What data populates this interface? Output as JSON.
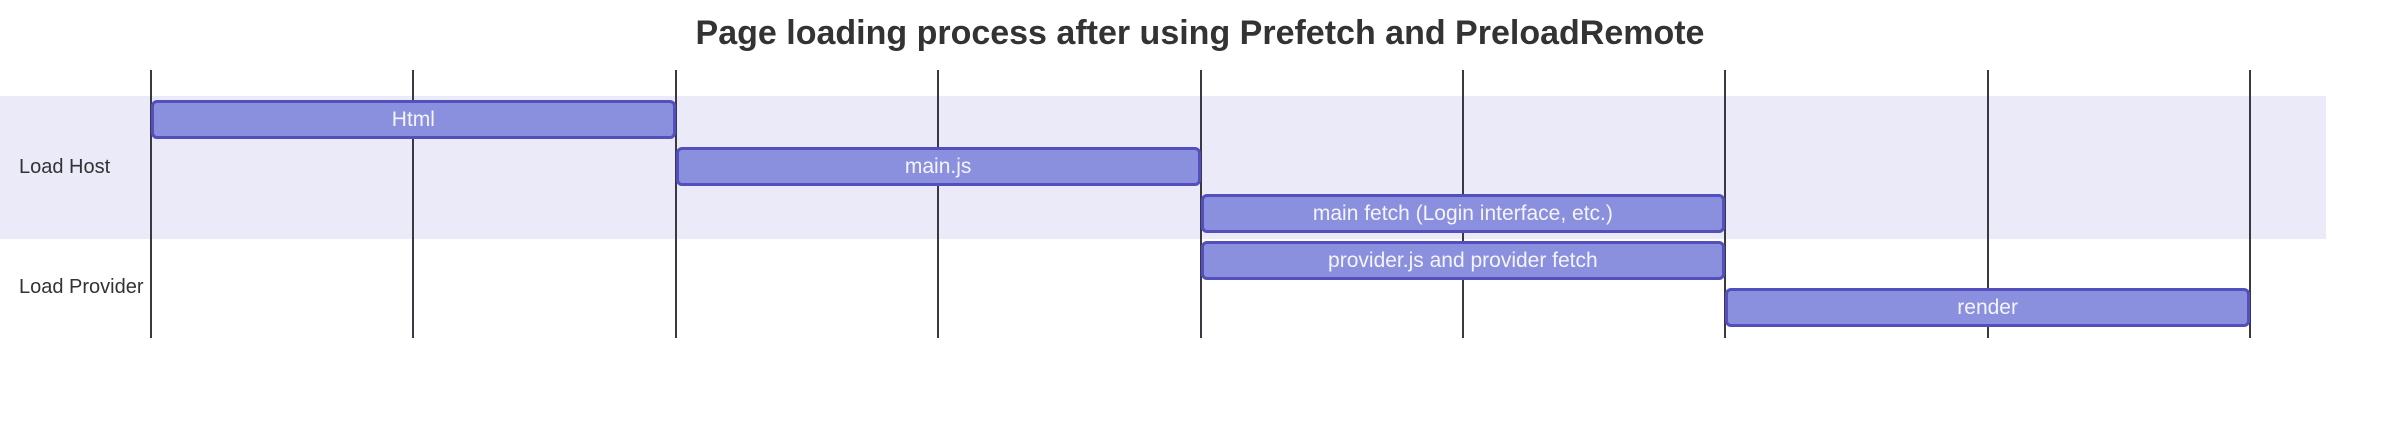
{
  "title": "Page loading process after using Prefetch and PreloadRemote",
  "colors": {
    "background": "#ffffff",
    "text": "#333333",
    "grid_line": "#3a3842",
    "section_band": "#eaeaf8",
    "task_fill": "#8a90dd",
    "task_border": "#534fbc",
    "task_text": "#f4f4fb"
  },
  "chart_data": {
    "type": "gantt",
    "title": "Page loading process after using Prefetch and PreloadRemote",
    "axis": {
      "tick_count": 9,
      "tick_labels_visible": false,
      "grid": true,
      "x_range_units": [
        0,
        8
      ]
    },
    "sections": [
      {
        "label": "Load Host",
        "band": true
      },
      {
        "label": "Load Provider",
        "band": false
      }
    ],
    "tasks": [
      {
        "label": "Html",
        "section": "Load Host",
        "row": 0,
        "start": 0,
        "end": 2
      },
      {
        "label": "main.js",
        "section": "Load Host",
        "row": 1,
        "start": 2,
        "end": 4
      },
      {
        "label": "main fetch (Login interface, etc.)",
        "section": "Load Host",
        "row": 2,
        "start": 4,
        "end": 6
      },
      {
        "label": "provider.js and provider fetch",
        "section": "Load Provider",
        "row": 3,
        "start": 4,
        "end": 6
      },
      {
        "label": "render",
        "section": "Load Provider",
        "row": 4,
        "start": 6,
        "end": 8
      }
    ]
  }
}
